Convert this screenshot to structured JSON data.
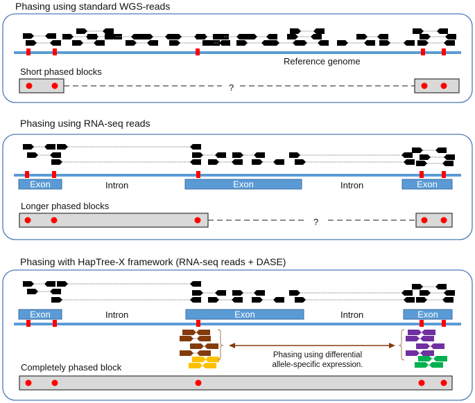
{
  "panels": [
    {
      "title": "Phasing using standard WGS-reads",
      "genome_label": "Reference genome",
      "block_label": "Short phased blocks",
      "gap_marker": "?"
    },
    {
      "title": "Phasing using RNA-seq reads",
      "exon_label": "Exon",
      "intron_label": "Intron",
      "block_label": "Longer phased blocks",
      "gap_marker": "?"
    },
    {
      "title": "Phasing with HapTree-X framework (RNA-seq reads + DASE)",
      "exon_label": "Exon",
      "intron_label": "Intron",
      "block_label": "Completely phased block",
      "dase_line1": "Phasing using differential",
      "dase_line2": "allele-specific expression."
    }
  ],
  "colors": {
    "panel_border": "#4a7ab5",
    "genome": "#5b9bd5",
    "snp": "#ff0000",
    "read": "#000000",
    "block_fill": "#d9d9d9",
    "exon_fill": "#5b9bd5",
    "brown": "#843c0c",
    "yellow": "#ffc000",
    "purple": "#7030a0",
    "green": "#00b050"
  }
}
